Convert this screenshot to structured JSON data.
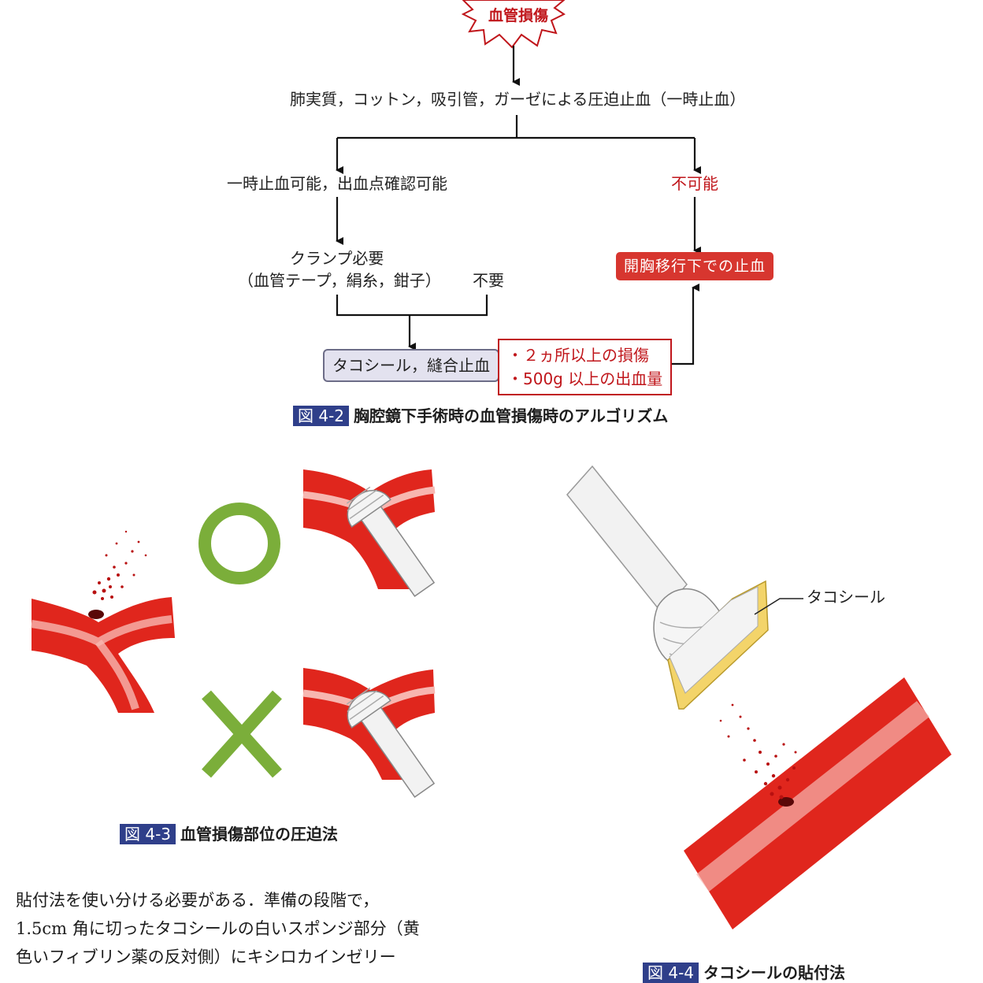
{
  "flowchart": {
    "start_label": "血管損傷",
    "step1": "肺実質，コットン，吸引管，ガーゼによる圧迫止血（一時止血）",
    "left_branch": "一時止血可能，出血点確認可能",
    "right_branch": "不可能",
    "clamp_line1": "クランプ必要",
    "clamp_line2": "（血管テープ，絹糸，鉗子）",
    "not_needed": "不要",
    "result_left": "タコシール，縫合止血",
    "result_right": "開胸移行下での止血",
    "warning_items": [
      "・２ヵ所以上の損傷",
      "・500g 以上の出血量"
    ]
  },
  "captions": {
    "fig42_num": "図 4-2",
    "fig42_text": "胸腔鏡下手術時の血管損傷時のアルゴリズム",
    "fig43_num": "図 4-3",
    "fig43_text": "血管損傷部位の圧迫法",
    "fig44_num": "図 4-4",
    "fig44_text": "タコシールの貼付法"
  },
  "illustration": {
    "tachosil_label": "タコシール",
    "correct_symbol_color": "#7bae3a",
    "vessel_color": "#e0261d"
  },
  "body_text": [
    "貼付法を使い分ける必要がある．準備の段階で，",
    "1.5cm 角に切ったタコシールの白いスポンジ部分（黄",
    "色いフィブリン薬の反対側）にキシロカインゼリー"
  ]
}
